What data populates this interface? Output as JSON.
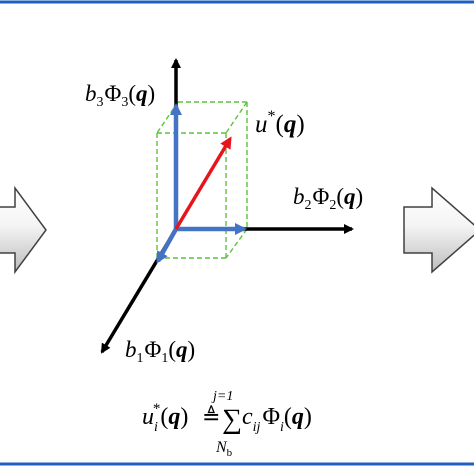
{
  "labels": {
    "axis3": {
      "coef": "b",
      "coef_sub": "3",
      "phi": "Φ",
      "phi_sub": "3",
      "open": "(",
      "arg": "q",
      "close": ")"
    },
    "axis2": {
      "coef": "b",
      "coef_sub": "2",
      "phi": "Φ",
      "phi_sub": "2",
      "open": "(",
      "arg": "q",
      "close": ")"
    },
    "axis1": {
      "coef": "b",
      "coef_sub": "1",
      "phi": "Φ",
      "phi_sub": "1",
      "open": "(",
      "arg": "q",
      "close": ")"
    },
    "target": {
      "symbol": "u",
      "sup": "*",
      "open": "(",
      "arg": "q",
      "close": ")"
    }
  },
  "equation": {
    "lhs_symbol": "u",
    "lhs_sub": "i",
    "lhs_sup": "*",
    "lhs_open": "(",
    "lhs_arg": "q",
    "lhs_close": ")",
    "defeq": "≜",
    "sum": "∑",
    "sum_upper": "j=1",
    "sum_lower_sym": "N",
    "sum_lower_sub": "b",
    "coef": "c",
    "coef_sub": "ij",
    "phi": "Φ",
    "phi_sub": "i",
    "open": "(",
    "arg": "q",
    "close": ")"
  },
  "colors": {
    "frame": "#1f5fbf",
    "axis_black": "#000000",
    "basis_blue": "#4472c4",
    "target_red": "#e8141c",
    "box_dashed": "#5cc43a",
    "arrow_fill_light": "#ffffff",
    "arrow_fill_dark": "#c8c8c8",
    "arrow_stroke": "#404040"
  }
}
